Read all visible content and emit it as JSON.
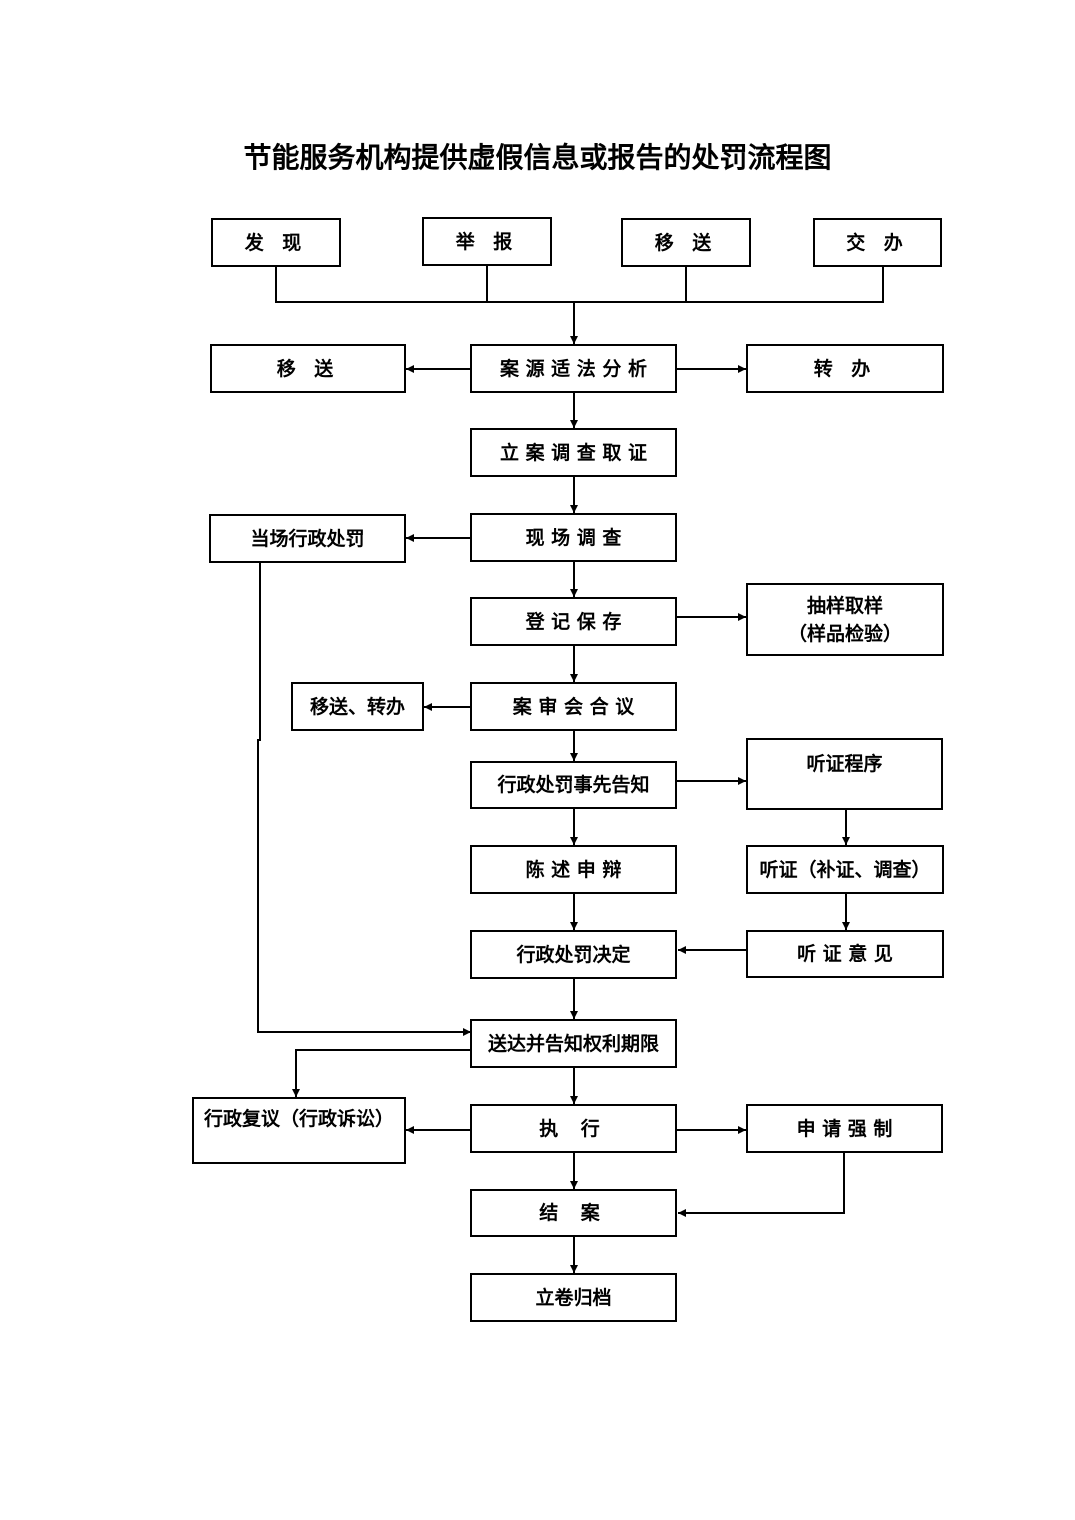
{
  "title": "节能服务机构提供虚假信息或报告的处罚流程图",
  "nodes": {
    "faxian": "发 现",
    "jubao": "举 报",
    "yisong_top": "移 送",
    "jiaoban": "交 办",
    "anyuan": "案 源 适 法 分 析",
    "yisong_left": "移 送",
    "zhuanban": "转 办",
    "lian": "立 案 调 查 取 证",
    "xianchang": "现 场 调 查",
    "dangchang": "当场行政处罚",
    "dengji": "登 记 保 存",
    "chouyang": "抽样取样\n（样品检验）",
    "anshen": "案 审 会 合 议",
    "yisong_zhuanban": "移送、转办",
    "gaozhi": "行政处罚事先告知",
    "tingzheng_chengxu": "听证程序",
    "chenshu": "陈 述 申 辩",
    "tingzheng_buzheng": "听证（补证、调查）",
    "jueding": "行政处罚决定",
    "tingzheng_yijian": "听 证 意 见",
    "songda": "送达并告知权利期限",
    "fuyi": "行政复议（行政诉讼）",
    "zhixing": "执 行",
    "qiangzhi": "申 请 强 制",
    "jiean": "结 案",
    "guidang": "立卷归档"
  }
}
